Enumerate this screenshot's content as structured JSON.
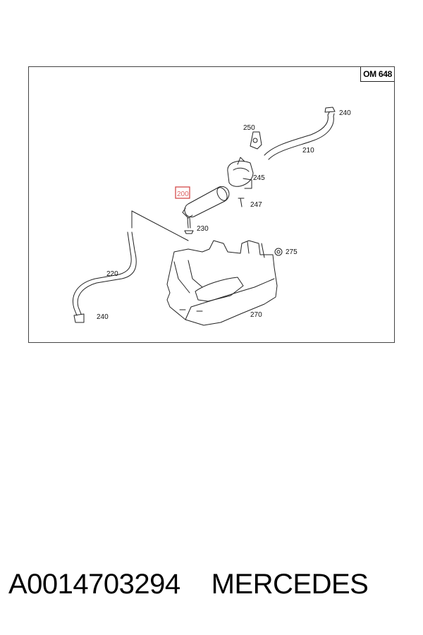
{
  "diagram": {
    "engine_code": "OM 648",
    "parts": [
      {
        "id": "p240a",
        "label": "240"
      },
      {
        "id": "p250",
        "label": "250"
      },
      {
        "id": "p210",
        "label": "210"
      },
      {
        "id": "p245",
        "label": "245"
      },
      {
        "id": "p200",
        "label": "200",
        "highlighted": true
      },
      {
        "id": "p247",
        "label": "247"
      },
      {
        "id": "p230",
        "label": "230"
      },
      {
        "id": "p275",
        "label": "275"
      },
      {
        "id": "p220",
        "label": "220"
      },
      {
        "id": "p270",
        "label": "270"
      },
      {
        "id": "p240b",
        "label": "240"
      }
    ],
    "highlight_color": "#d44a4a"
  },
  "caption": {
    "part_number": "A0014703294",
    "brand": "MERCEDES"
  }
}
